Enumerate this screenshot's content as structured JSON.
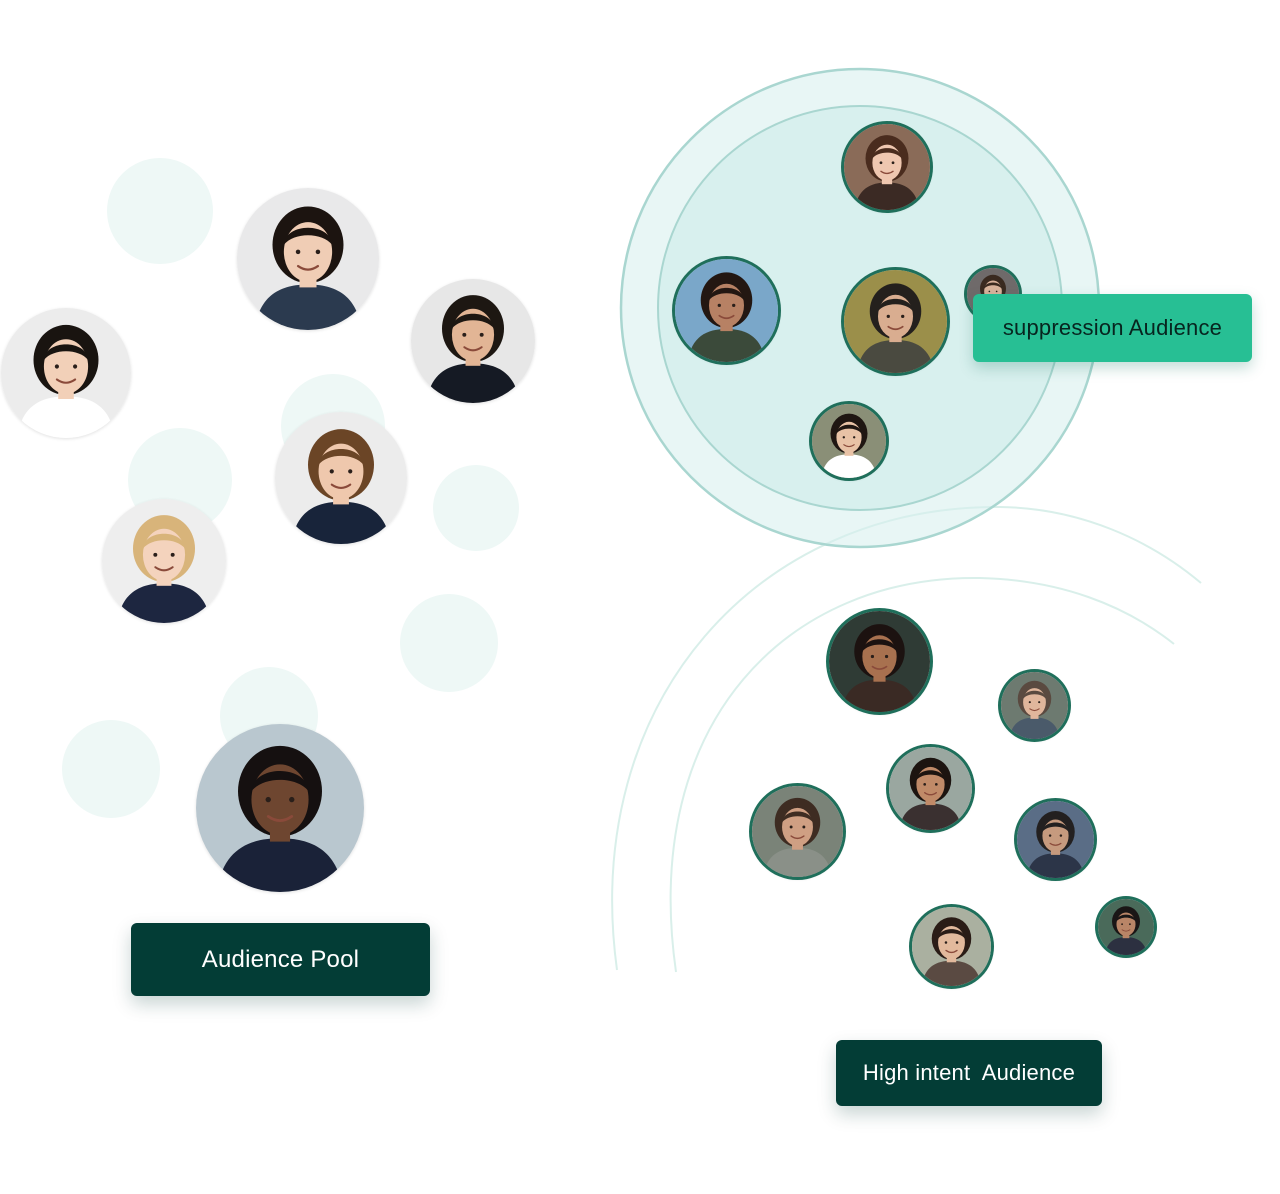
{
  "labels": {
    "audience_pool": "Audience Pool",
    "suppression": "suppression Audience",
    "high_intent": "High intent  Audience"
  },
  "colors": {
    "dark_label": "#033d36",
    "teal_label": "#27bf94",
    "halo": "#eef8f6",
    "suppression_fill": "#d5efec",
    "suppression_ring": "#a9d6d0",
    "arc": "#d9efea",
    "avatar_ring": "#1f6f5b"
  },
  "people": [
    {
      "group": "pool",
      "skin": "#f0cdb5",
      "hair": "#1c1410",
      "shirt": "#2b3a4f",
      "bg": "#e9e9ea"
    },
    {
      "group": "pool",
      "skin": "#f2d0b8",
      "hair": "#191410",
      "shirt": "#ffffff",
      "bg": "#ececec"
    },
    {
      "group": "pool",
      "skin": "#e2b595",
      "hair": "#1d1712",
      "shirt": "#151a24",
      "bg": "#e7e7e7"
    },
    {
      "group": "pool",
      "skin": "#efc8ad",
      "hair": "#6b4526",
      "shirt": "#18243a",
      "bg": "#ececec"
    },
    {
      "group": "pool",
      "skin": "#f4d3bd",
      "hair": "#d8b47a",
      "shirt": "#1d2640",
      "bg": "#eeeeee"
    },
    {
      "group": "pool",
      "skin": "#6e4630",
      "hair": "#151010",
      "shirt": "#1a2238",
      "bg": "#b9c7cf"
    },
    {
      "group": "suppression",
      "skin": "#efc7b0",
      "hair": "#4a2c1e",
      "shirt": "#3b2a24",
      "bg": "#8a6b58"
    },
    {
      "group": "suppression",
      "skin": "#b78164",
      "hair": "#231712",
      "shirt": "#3b4a3a",
      "bg": "#7aa7c9"
    },
    {
      "group": "suppression",
      "skin": "#d9ad90",
      "hair": "#24201d",
      "shirt": "#4a4a40",
      "bg": "#9b8f4a"
    },
    {
      "group": "suppression",
      "skin": "#d9b39c",
      "hair": "#3a2a20",
      "shirt": "#5a4a44",
      "bg": "#6f6a6a"
    },
    {
      "group": "suppression",
      "skin": "#e8c2a6",
      "hair": "#1f1612",
      "shirt": "#ffffff",
      "bg": "#8a8f77"
    },
    {
      "group": "high_intent",
      "skin": "#a8714f",
      "hair": "#1c1210",
      "shirt": "#3a2a24",
      "bg": "#2f3b35"
    },
    {
      "group": "high_intent",
      "skin": "#e0b69c",
      "hair": "#5a4a40",
      "shirt": "#4a5a6a",
      "bg": "#6d7a70"
    },
    {
      "group": "high_intent",
      "skin": "#c08a68",
      "hair": "#1c1410",
      "shirt": "#3a3030",
      "bg": "#9aa7a0"
    },
    {
      "group": "high_intent",
      "skin": "#cf9f83",
      "hair": "#3e2c22",
      "shirt": "#8a9088",
      "bg": "#7a8378"
    },
    {
      "group": "high_intent",
      "skin": "#c69a7e",
      "hair": "#232020",
      "shirt": "#2c3548",
      "bg": "#5a6d86"
    },
    {
      "group": "high_intent",
      "skin": "#e2b99c",
      "hair": "#2a1c16",
      "shirt": "#5a4a42",
      "bg": "#aab0a0"
    },
    {
      "group": "high_intent",
      "skin": "#b98567",
      "hair": "#1a1616",
      "shirt": "#2c3040",
      "bg": "#4a6a5a"
    }
  ]
}
